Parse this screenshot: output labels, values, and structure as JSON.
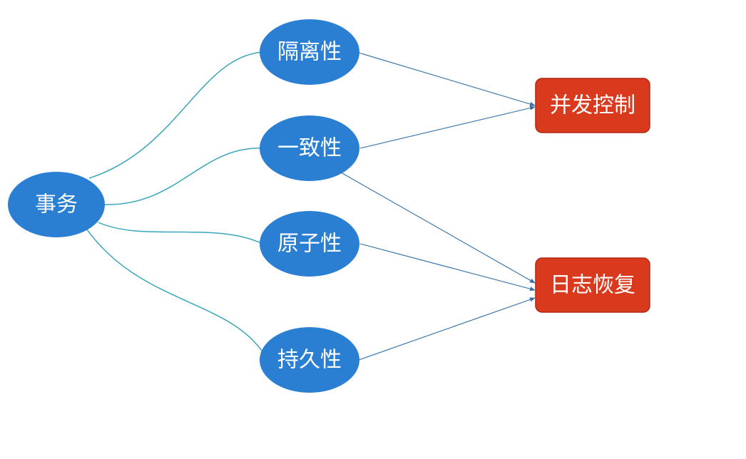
{
  "diagram": {
    "root": {
      "label": "事务"
    },
    "properties": [
      {
        "label": "隔离性"
      },
      {
        "label": "一致性"
      },
      {
        "label": "原子性"
      },
      {
        "label": "持久性"
      }
    ],
    "mechanisms": [
      {
        "label": "并发控制"
      },
      {
        "label": "日志恢复"
      }
    ],
    "colors": {
      "ellipse_fill": "#2b7fd3",
      "box_fill": "#d9391c",
      "box_border": "#b02a12",
      "link_color": "#3aa6b9",
      "arrow_color": "#2f70a8",
      "text_color": "#ffffff"
    }
  }
}
